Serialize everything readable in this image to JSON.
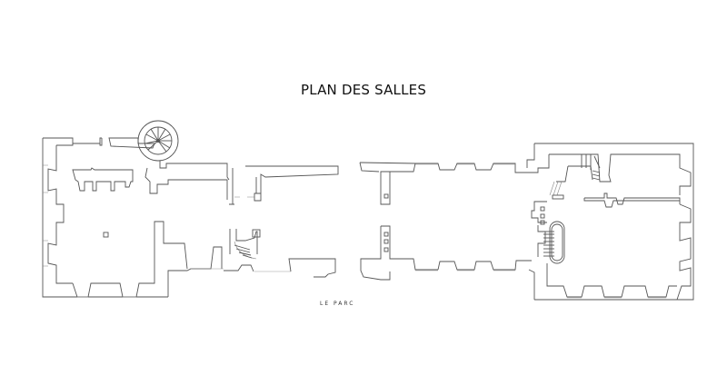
{
  "title": "PLAN DES SALLES",
  "labels": {
    "park": "LE PARC"
  },
  "plan": {
    "wings": [
      {
        "id": "west-wing",
        "description": "Left wing with spiral stair tower and large hall"
      },
      {
        "id": "central-gallery",
        "description": "Middle long gallery with windows top and bottom"
      },
      {
        "id": "east-wing",
        "description": "Right wing with grand staircase and oval stair"
      }
    ],
    "colors": {
      "line": "#555555",
      "background": "#ffffff",
      "text": "#111111"
    }
  }
}
